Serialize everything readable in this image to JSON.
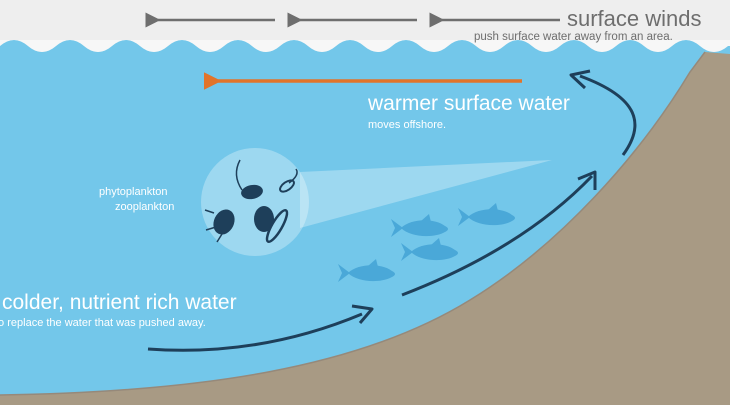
{
  "colors": {
    "water": "#73c7ea",
    "sky": "#eeeeee",
    "seafloor": "#a89a84",
    "dark_arrow": "#1e3f5a",
    "offshore_arrow": "#e2742a",
    "wind_arrow": "#6e6e6e",
    "fish": "#4aa8d8",
    "label_text": "#ffffff"
  },
  "labels": {
    "surface_winds": "surface winds",
    "surface_winds_sub": "push surface water away from an area.",
    "warmer_water": "warmer surface water",
    "warmer_water_sub": "moves offshore.",
    "phytoplankton": "phytoplankton",
    "zooplankton": "zooplankton",
    "colder_water": "colder, nutrient rich water",
    "colder_water_sub": "to replace the water that was pushed away."
  },
  "icons": [
    "wind-arrow-icon",
    "offshore-arrow-icon",
    "upwelling-arrow-icon",
    "fish-icon",
    "plankton-icon"
  ]
}
